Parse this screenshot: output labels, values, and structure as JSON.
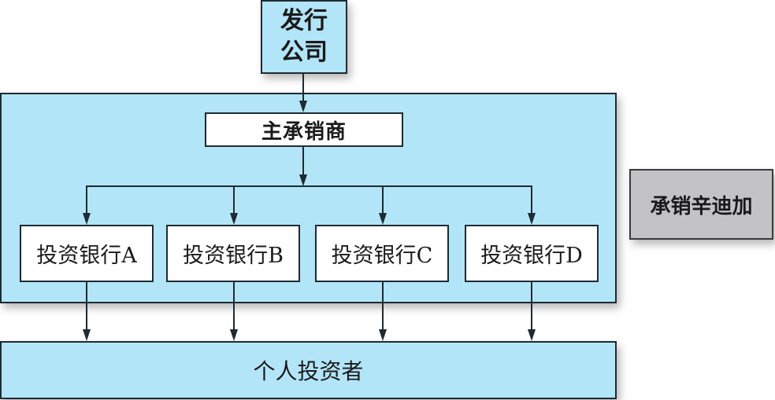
{
  "diagram": {
    "title": "Underwriting syndicate flow",
    "nodes": {
      "issuer": {
        "line1": "发行",
        "line2": "公司"
      },
      "lead_underwriter": "主承销商",
      "banks": [
        "投资银行A",
        "投资银行B",
        "投资银行C",
        "投资银行D"
      ],
      "investors": "个人投资者",
      "syndicate_label": "承销辛迪加"
    },
    "edges": [
      {
        "from": "发行公司",
        "to": "主承销商"
      },
      {
        "from": "主承销商",
        "to": "投资银行A"
      },
      {
        "from": "主承销商",
        "to": "投资银行B"
      },
      {
        "from": "主承销商",
        "to": "投资银行C"
      },
      {
        "from": "主承销商",
        "to": "投资银行D"
      },
      {
        "from": "投资银行A",
        "to": "个人投资者"
      },
      {
        "from": "投资银行B",
        "to": "个人投资者"
      },
      {
        "from": "投资银行C",
        "to": "个人投资者"
      },
      {
        "from": "投资银行D",
        "to": "个人投资者"
      }
    ],
    "colors": {
      "syndicate_fill": "#b3e5f8",
      "node_fill": "#ffffff",
      "label_fill": "#c3c3c5",
      "stroke": "#1f2a33"
    }
  }
}
